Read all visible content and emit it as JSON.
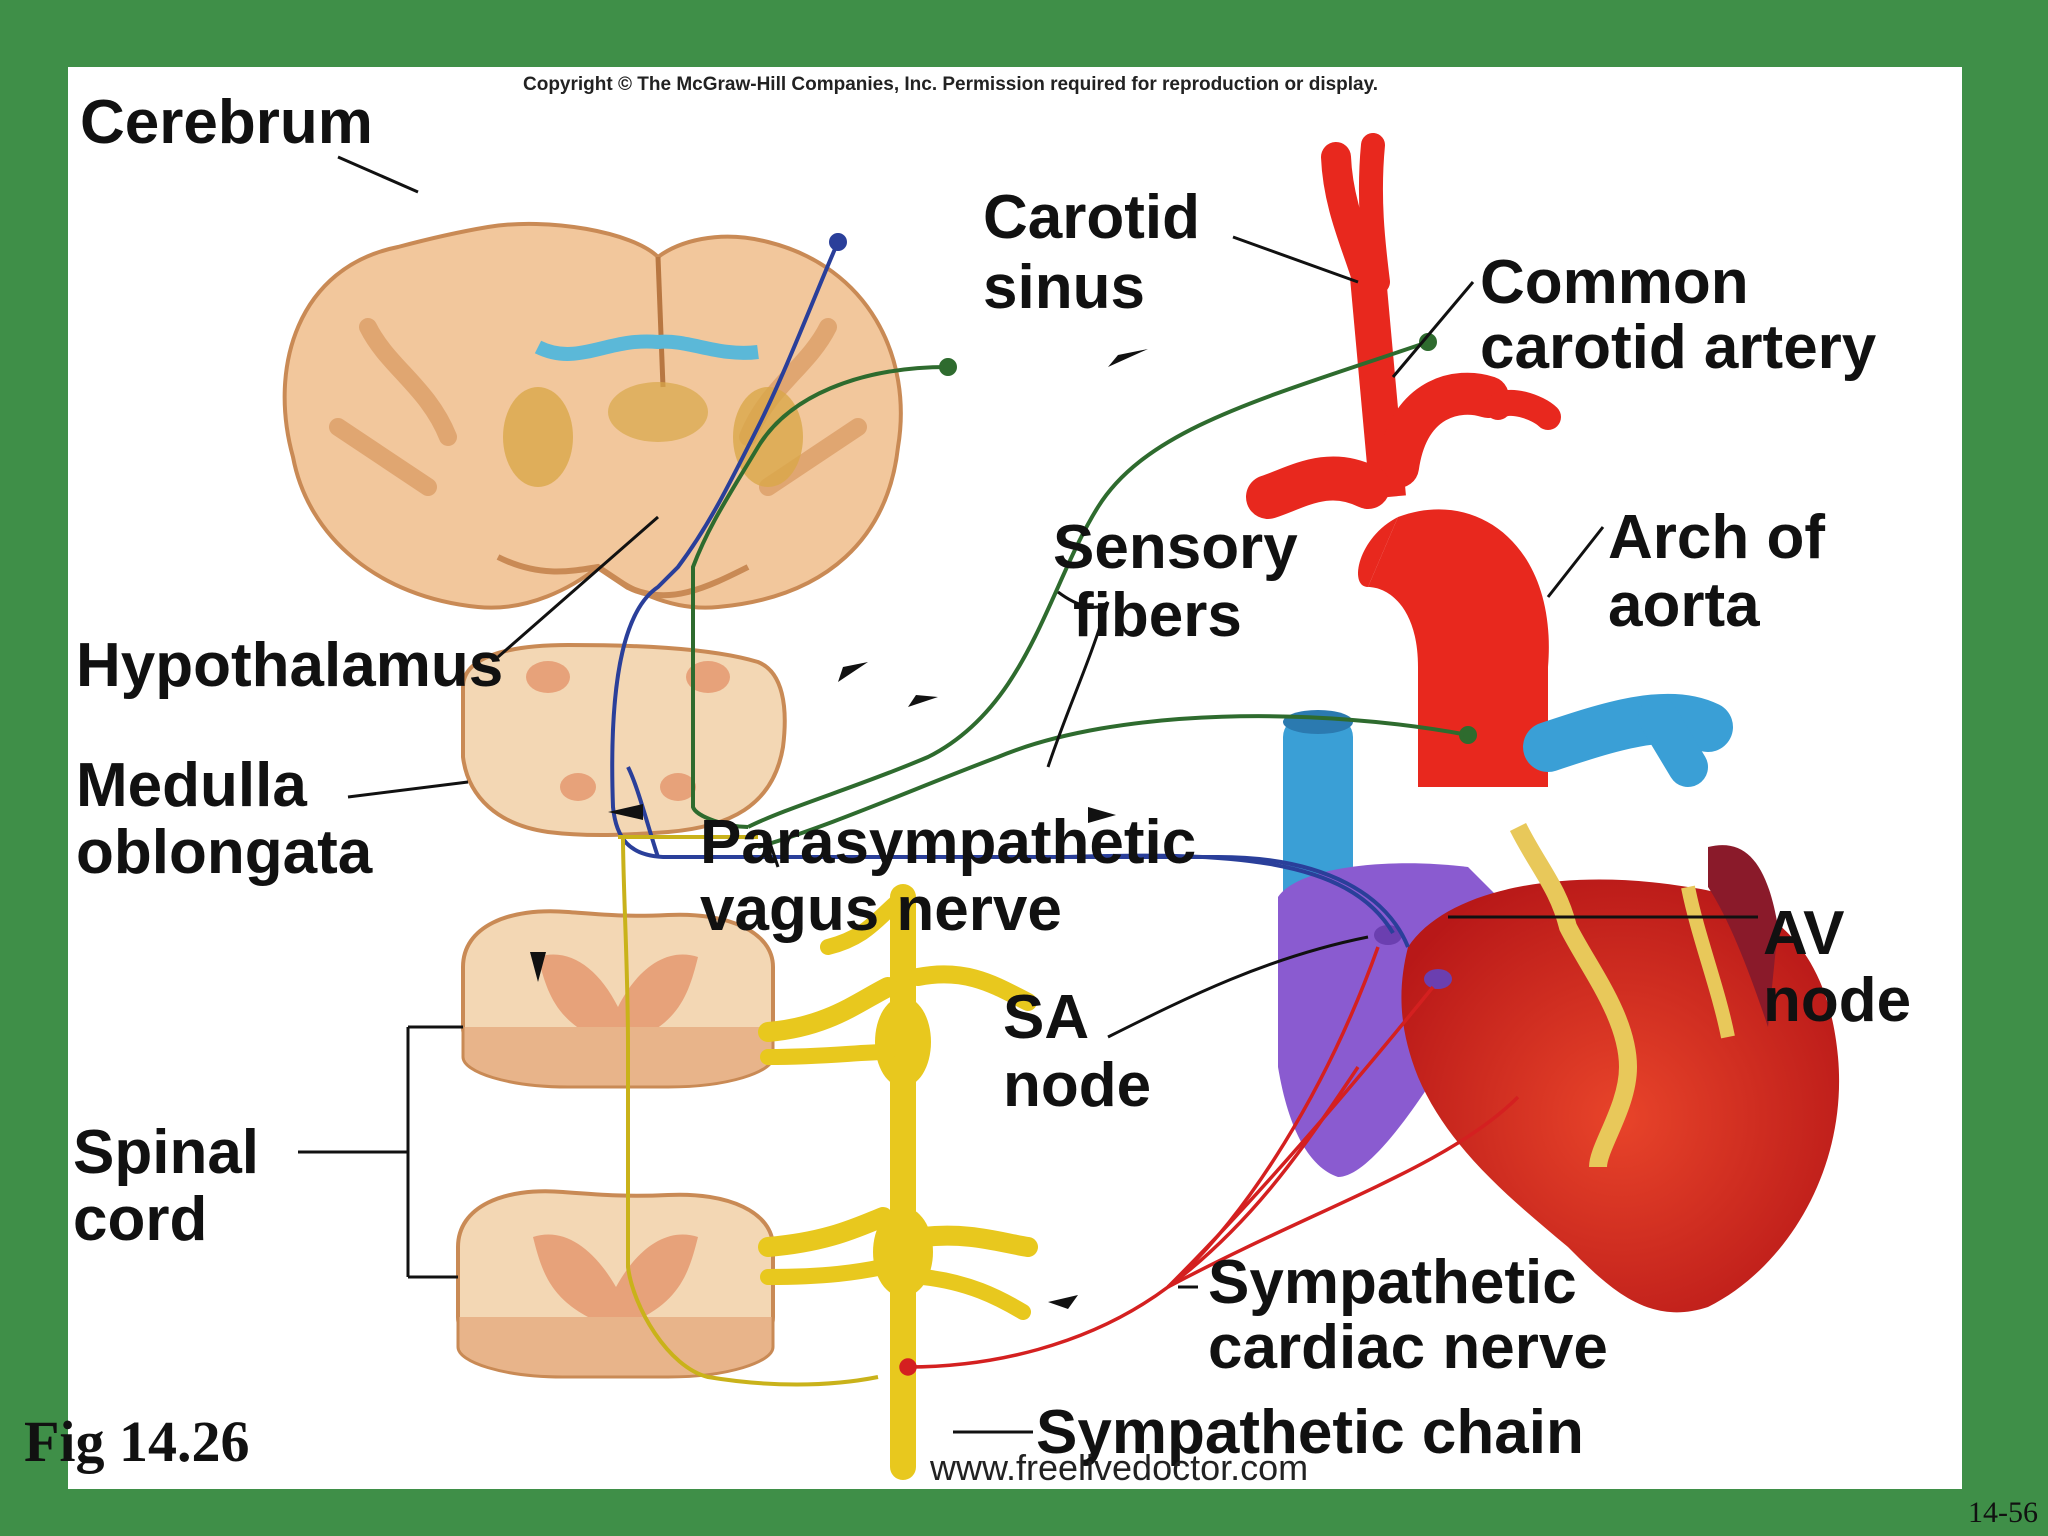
{
  "copyright": "Copyright © The McGraw-Hill Companies, Inc. Permission required for reproduction or display.",
  "labels": {
    "cerebrum": "Cerebrum",
    "carotid_sinus_1": "Carotid",
    "carotid_sinus_2": "sinus",
    "common_carotid_1": "Common",
    "common_carotid_2": "carotid artery",
    "sensory_1": "Sensory",
    "sensory_2": "fibers",
    "arch_1": "Arch of",
    "arch_2": "aorta",
    "hypothalamus": "Hypothalamus",
    "medulla_1": "Medulla",
    "medulla_2": "oblongata",
    "parasym_1": "Parasympathetic",
    "parasym_2": "vagus nerve",
    "sa_1": "SA",
    "sa_2": "node",
    "av_1": "AV",
    "av_2": "node",
    "spinal_1": "Spinal",
    "spinal_2": "cord",
    "symp_cardiac_1": "Sympathetic",
    "symp_cardiac_2": "cardiac nerve",
    "symp_chain": "Sympathetic chain"
  },
  "figure_label": "Fig 14.26",
  "page_number": "14-56",
  "watermark": "www.freelivedoctor.com",
  "colors": {
    "background": "#3f8f48",
    "sensory_fiber": "#2e6b2e",
    "parasympathetic": "#2a3f9a",
    "sympathetic": "#d42020",
    "sympathetic_chain": "#e8c81e",
    "brain_tissue": "#f3c79a",
    "artery": "#e8281e",
    "vein": "#3a9fd6"
  }
}
